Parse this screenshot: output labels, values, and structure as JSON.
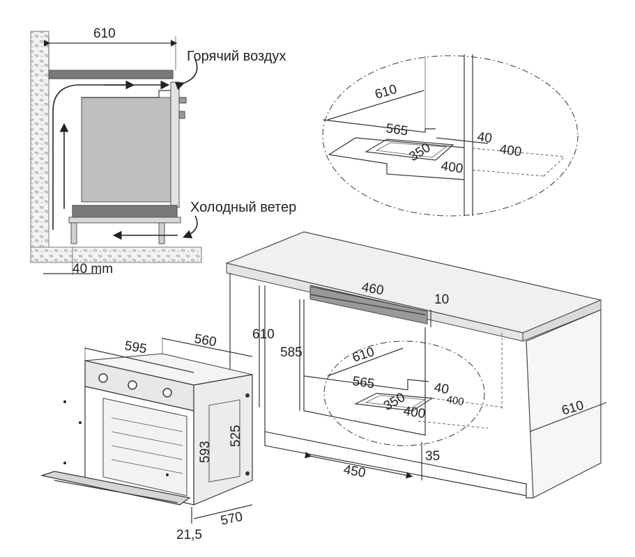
{
  "side_view": {
    "width_label": "610",
    "hot_air_label": "Горячий воздух",
    "cold_air_label": "Холодный ветер",
    "gap_label": "40 mm"
  },
  "detail_view": {
    "depth_label": "610",
    "inner_depth_label": "565",
    "gap_label": "40",
    "cutout_width_label": "400",
    "cutout_depth_label": "350",
    "cutout_front_label": "400"
  },
  "cabinet_view": {
    "niche_width_label": "460",
    "top_gap_label": "10",
    "height_label": "610",
    "inner_height_label": "585",
    "inner_depth_label": "610",
    "base_depth_label": "565",
    "gap_label": "40",
    "cutout_width_label": "400",
    "cutout_depth_label": "350",
    "cutout_front_label": "400",
    "side_depth_label": "610",
    "bottom_gap_label": "35",
    "base_width_label": "450"
  },
  "oven_view": {
    "width_label": "595",
    "depth_label": "560",
    "front_height_label": "593",
    "body_height_label": "525",
    "door_thickness_label": "21,5",
    "total_depth_label": "570"
  }
}
